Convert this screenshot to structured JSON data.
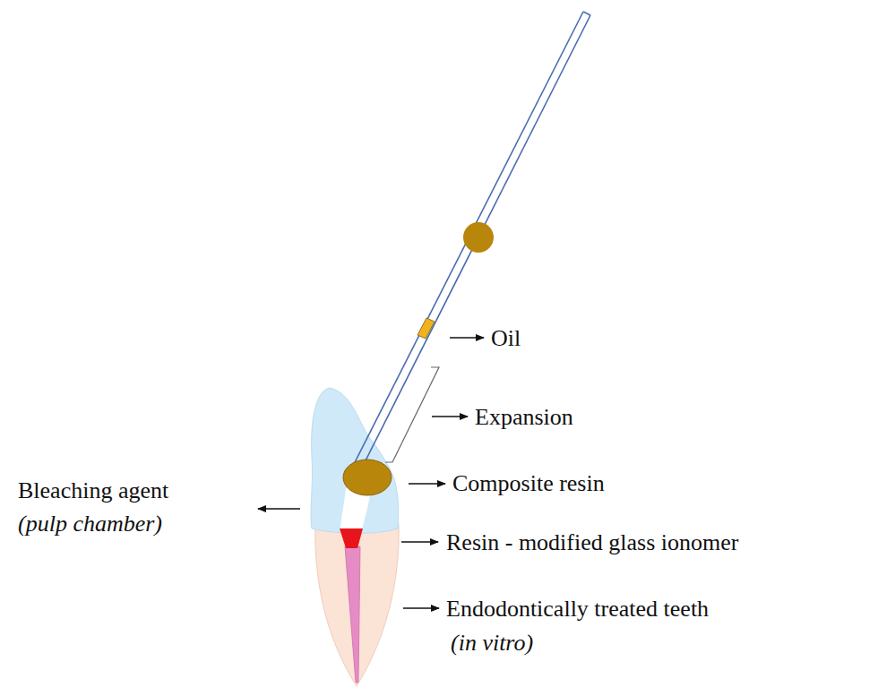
{
  "diagram": {
    "labels": [
      "Oil",
      "Expansion",
      "Composite resin",
      "Bleaching agent",
      "(pulp chamber)",
      "Resin - modified glass ionomer",
      "Endodontically treated teeth",
      "(in vitro)"
    ]
  }
}
